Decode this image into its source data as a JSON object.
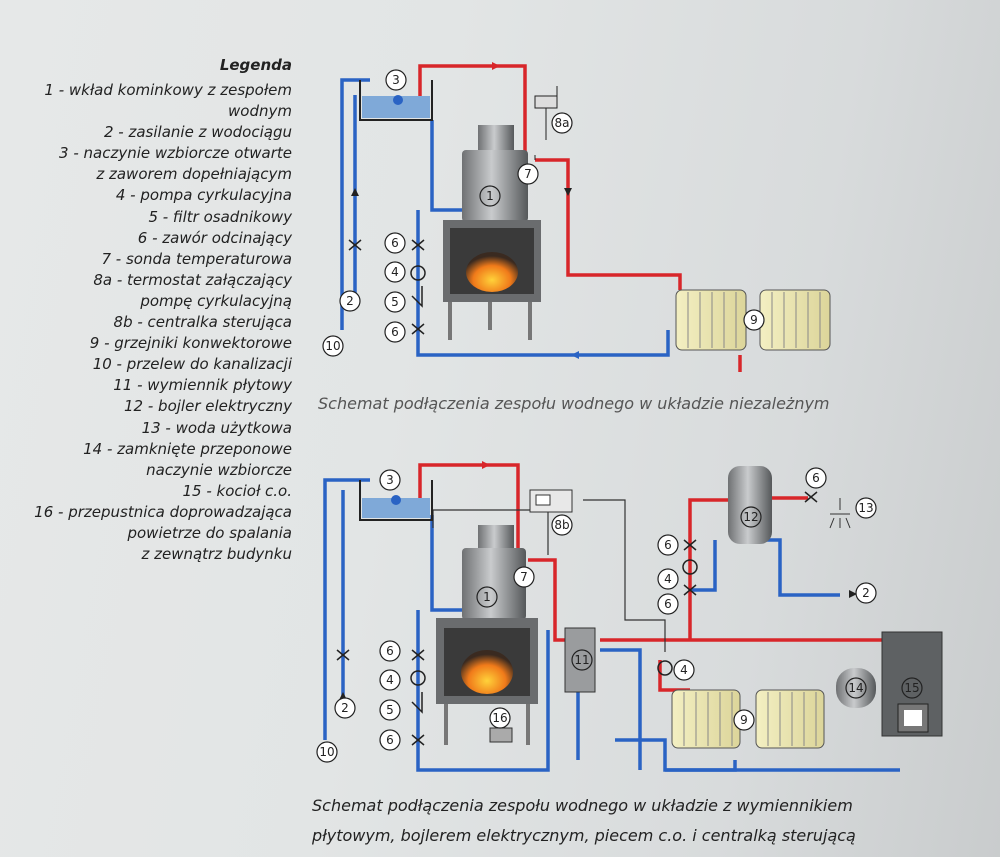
{
  "legend": {
    "title": "Legenda",
    "lines": [
      "1 - wkład kominkowy z zespołem",
      "wodnym",
      "2 - zasilanie z wodociągu",
      "3 - naczynie wzbiorcze otwarte",
      "z zaworem dopełniającym",
      "4 - pompa cyrkulacyjna",
      "5 - filtr osadnikowy",
      "6 - zawór odcinający",
      "7 - sonda temperaturowa",
      "8a - termostat załączający",
      "pompę cyrkulacyjną",
      "8b - centralka sterująca",
      "9 - grzejniki konwektorowe",
      "10 - przelew do kanalizacji",
      "11 - wymiennik płytowy",
      "12 - bojler elektryczny",
      "13 - woda użytkowa",
      "14 - zamknięte przeponowe",
      "naczynie wzbiorcze",
      "15 - kocioł c.o.",
      "16 - przepustnica doprowadzająca",
      "powietrze do spalania",
      "z zewnątrz budynku"
    ]
  },
  "captions": {
    "diagram1": "Schemat podłączenia zespołu wodnego w układzie niezależnym",
    "diagram2_line1": "Schemat podłączenia zespołu wodnego w układzie z wymiennikiem",
    "diagram2_line2": "płytowym, bojlerem elektrycznym, piecem c.o. i centralką sterującą"
  },
  "labels": {
    "n1": "1",
    "n2": "2",
    "n3": "3",
    "n4": "4",
    "n5": "5",
    "n6": "6",
    "n7": "7",
    "n8a": "8a",
    "n8b": "8b",
    "n9": "9",
    "n10": "10",
    "n11": "11",
    "n12": "12",
    "n13": "13",
    "n14": "14",
    "n15": "15",
    "n16": "16"
  },
  "colors": {
    "supply": "#d8262a",
    "return": "#2a63c4",
    "signal": "#333333"
  }
}
